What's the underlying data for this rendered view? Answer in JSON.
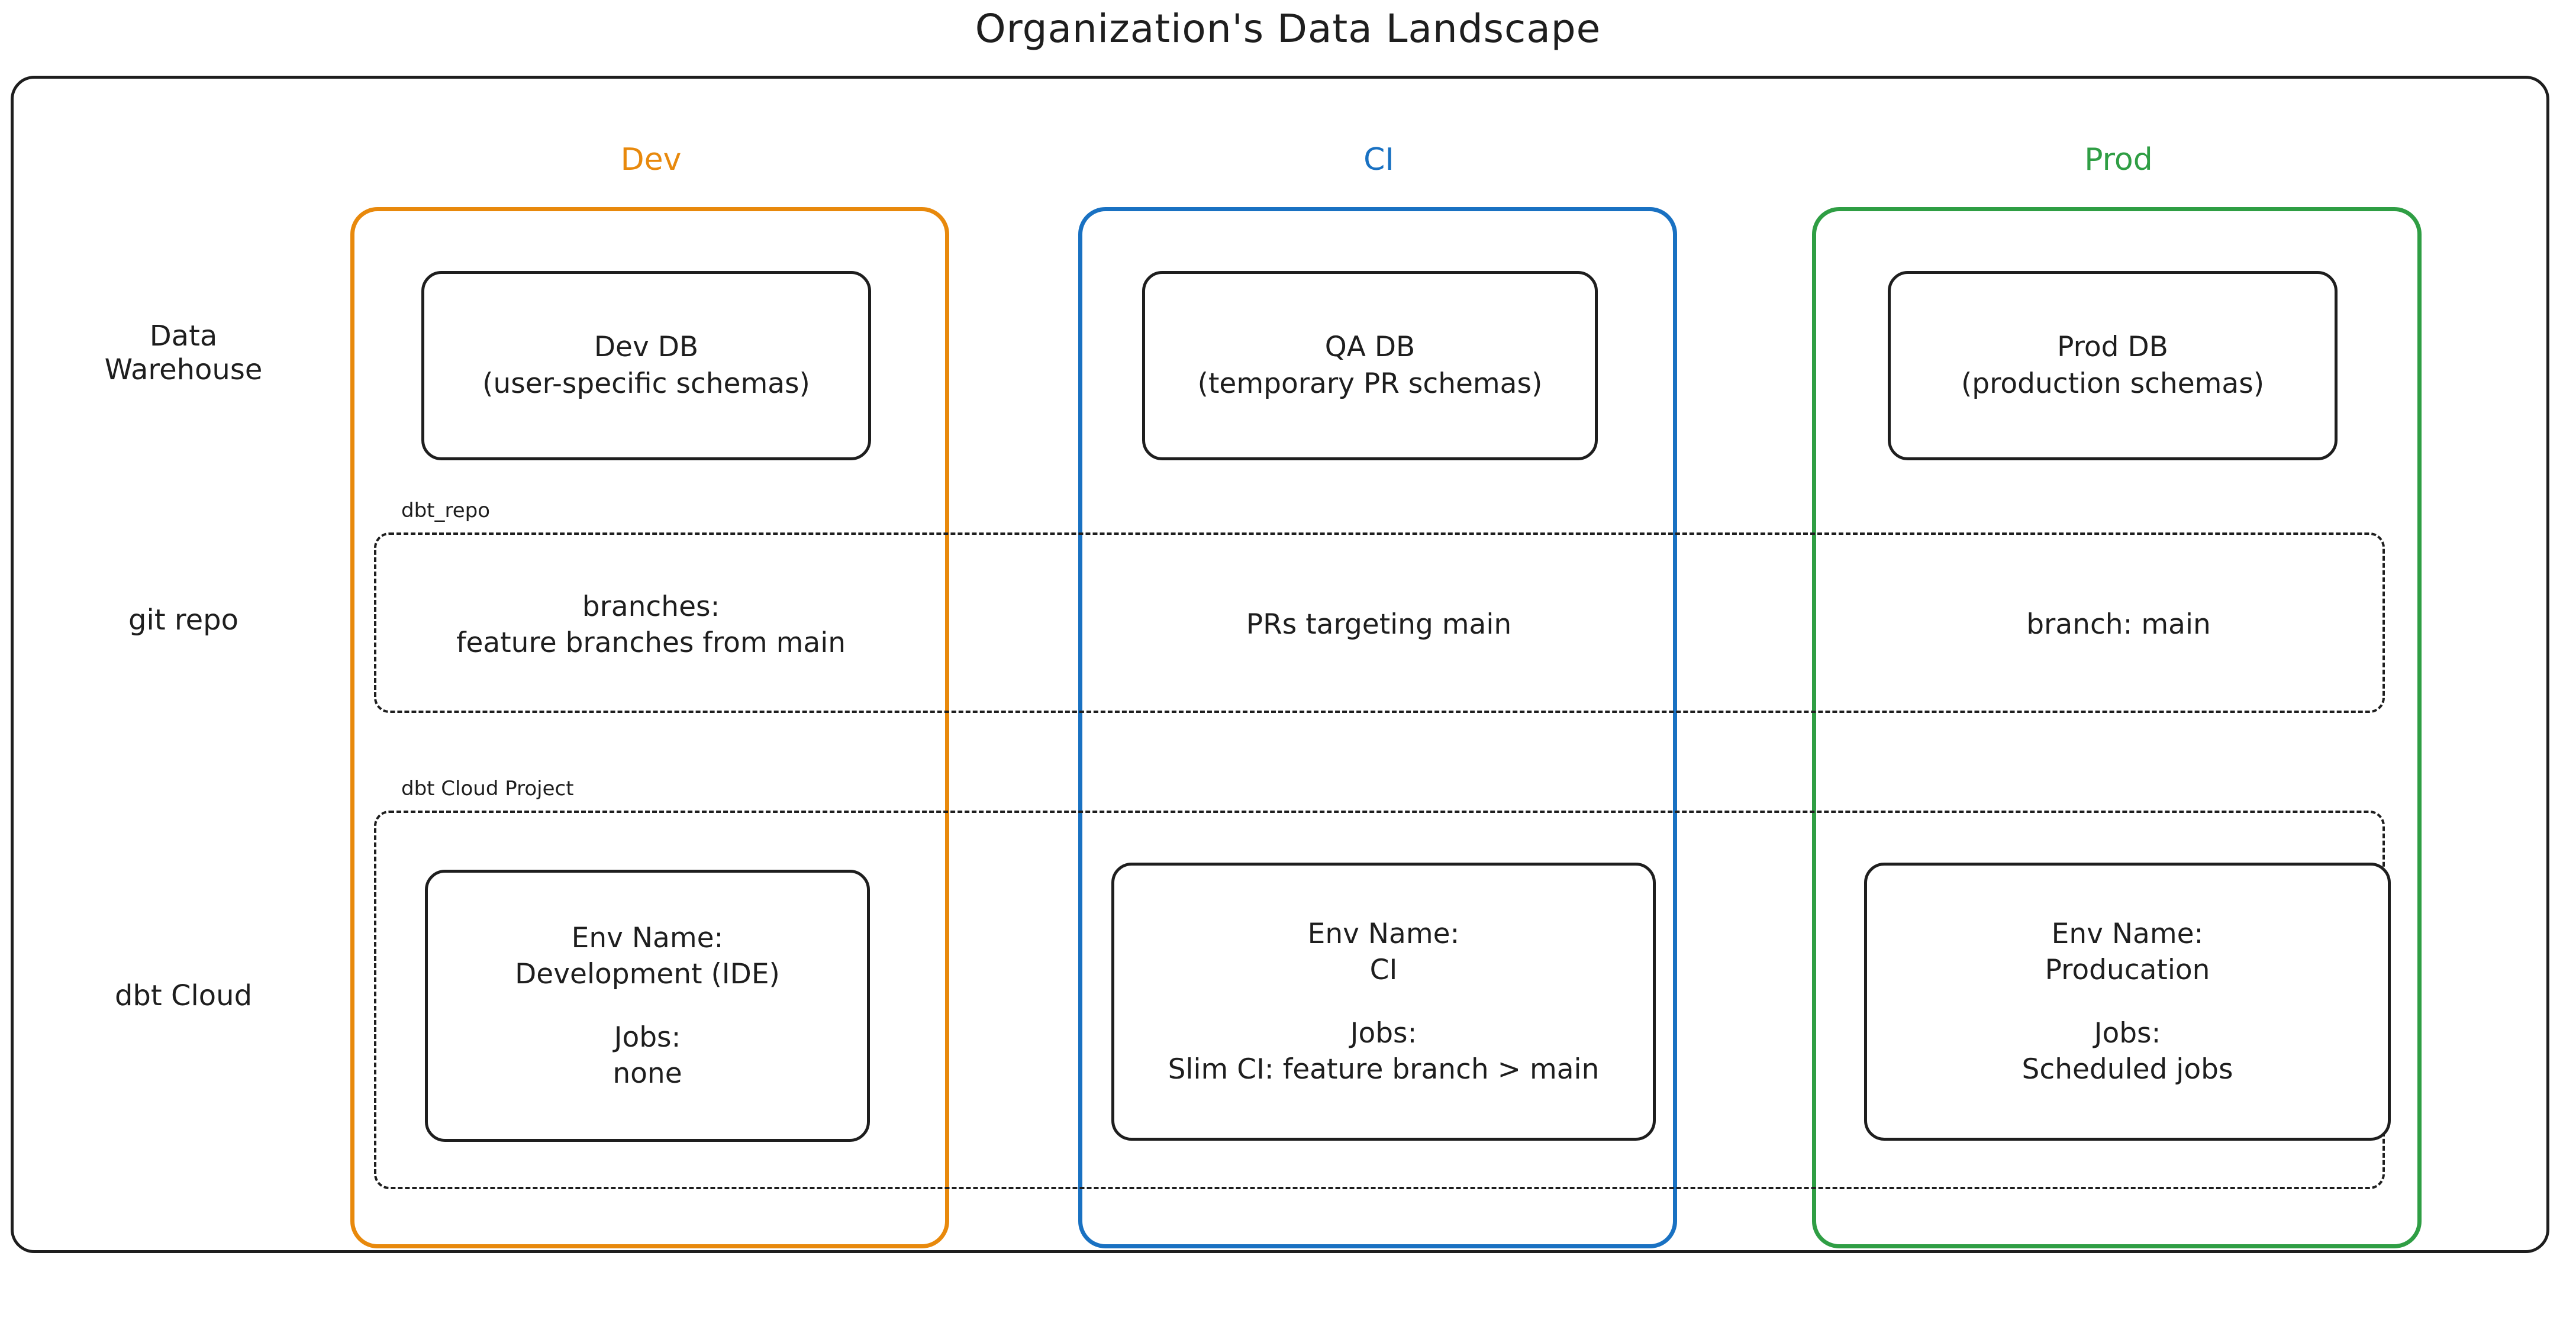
{
  "diagram": {
    "title": "Organization's Data Landscape",
    "colors": {
      "dev": "#e8890c",
      "ci": "#1971c2",
      "prod": "#2f9e44",
      "stroke": "#1e1e1e",
      "background": "#ffffff"
    }
  },
  "columns": [
    {
      "key": "dev",
      "label": "Dev",
      "color": "#e8890c"
    },
    {
      "key": "ci",
      "label": "CI",
      "color": "#1971c2"
    },
    {
      "key": "prod",
      "label": "Prod",
      "color": "#2f9e44"
    }
  ],
  "rows": [
    {
      "key": "warehouse",
      "label_line1": "Data",
      "label_line2": "Warehouse"
    },
    {
      "key": "git",
      "label_line1": "git repo",
      "label_line2": ""
    },
    {
      "key": "dbtcloud",
      "label_line1": "dbt Cloud",
      "label_line2": ""
    }
  ],
  "data_warehouse": {
    "dev": {
      "line1": "Dev DB",
      "line2": "(user-specific schemas)"
    },
    "ci": {
      "line1": "QA DB",
      "line2": "(temporary PR schemas)"
    },
    "prod": {
      "line1": "Prod DB",
      "line2": "(production schemas)"
    }
  },
  "git_repo": {
    "group_label": "dbt_repo",
    "dev": {
      "line1": "branches:",
      "line2": "feature branches from main"
    },
    "ci": {
      "line1": "PRs targeting main",
      "line2": ""
    },
    "prod": {
      "line1": "branch: main",
      "line2": ""
    }
  },
  "dbt_cloud": {
    "group_label": "dbt Cloud Project",
    "dev": {
      "env_name_label": "Env Name:",
      "env_name_value": "Development (IDE)",
      "jobs_label": "Jobs:",
      "jobs_value": "none"
    },
    "ci": {
      "env_name_label": "Env Name:",
      "env_name_value": "CI",
      "jobs_label": "Jobs:",
      "jobs_value": "Slim CI: feature branch > main"
    },
    "prod": {
      "env_name_label": "Env Name:",
      "env_name_value": "Producation",
      "jobs_label": "Jobs:",
      "jobs_value": "Scheduled jobs"
    }
  }
}
